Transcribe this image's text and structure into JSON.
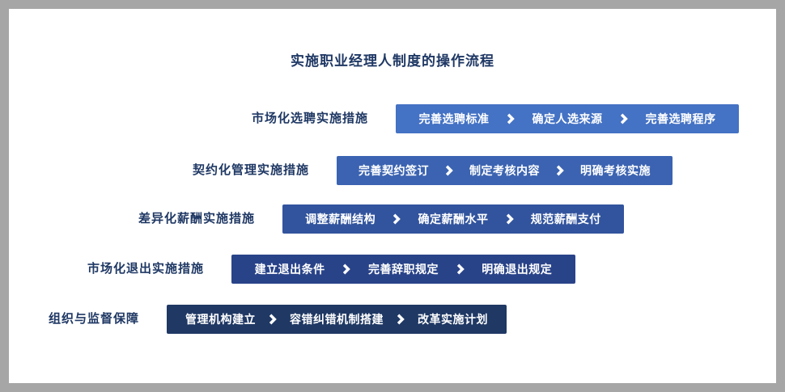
{
  "page": {
    "title": "实施职业经理人制度的操作流程"
  },
  "colors": {
    "frame_border": "#a6a6a6",
    "card_background": "#ffffff",
    "title_text": "#1f3864",
    "label_text": "#1f3864",
    "step_text": "#ffffff",
    "chevron": "#ffffff",
    "row_bar_colors": [
      "#4472c4",
      "#3b63b1",
      "#32549e",
      "#294389",
      "#1f3864"
    ]
  },
  "rows": [
    {
      "label": "市场化选聘实施措施",
      "color": "#4472c4",
      "steps": [
        "完善选聘标准",
        "确定人选来源",
        "完善选聘程序"
      ]
    },
    {
      "label": "契约化管理实施措施",
      "color": "#3b63b1",
      "steps": [
        "完善契约签订",
        "制定考核内容",
        "明确考核实施"
      ]
    },
    {
      "label": "差异化薪酬实施措施",
      "color": "#32549e",
      "steps": [
        "调整薪酬结构",
        "确定薪酬水平",
        "规范薪酬支付"
      ]
    },
    {
      "label": "市场化退出实施措施",
      "color": "#294389",
      "steps": [
        "建立退出条件",
        "完善辞职规定",
        "明确退出规定"
      ]
    },
    {
      "label": "组织与监督保障",
      "color": "#1f3864",
      "steps": [
        "管理机构建立",
        "容错纠错机制搭建",
        "改革实施计划"
      ]
    }
  ]
}
